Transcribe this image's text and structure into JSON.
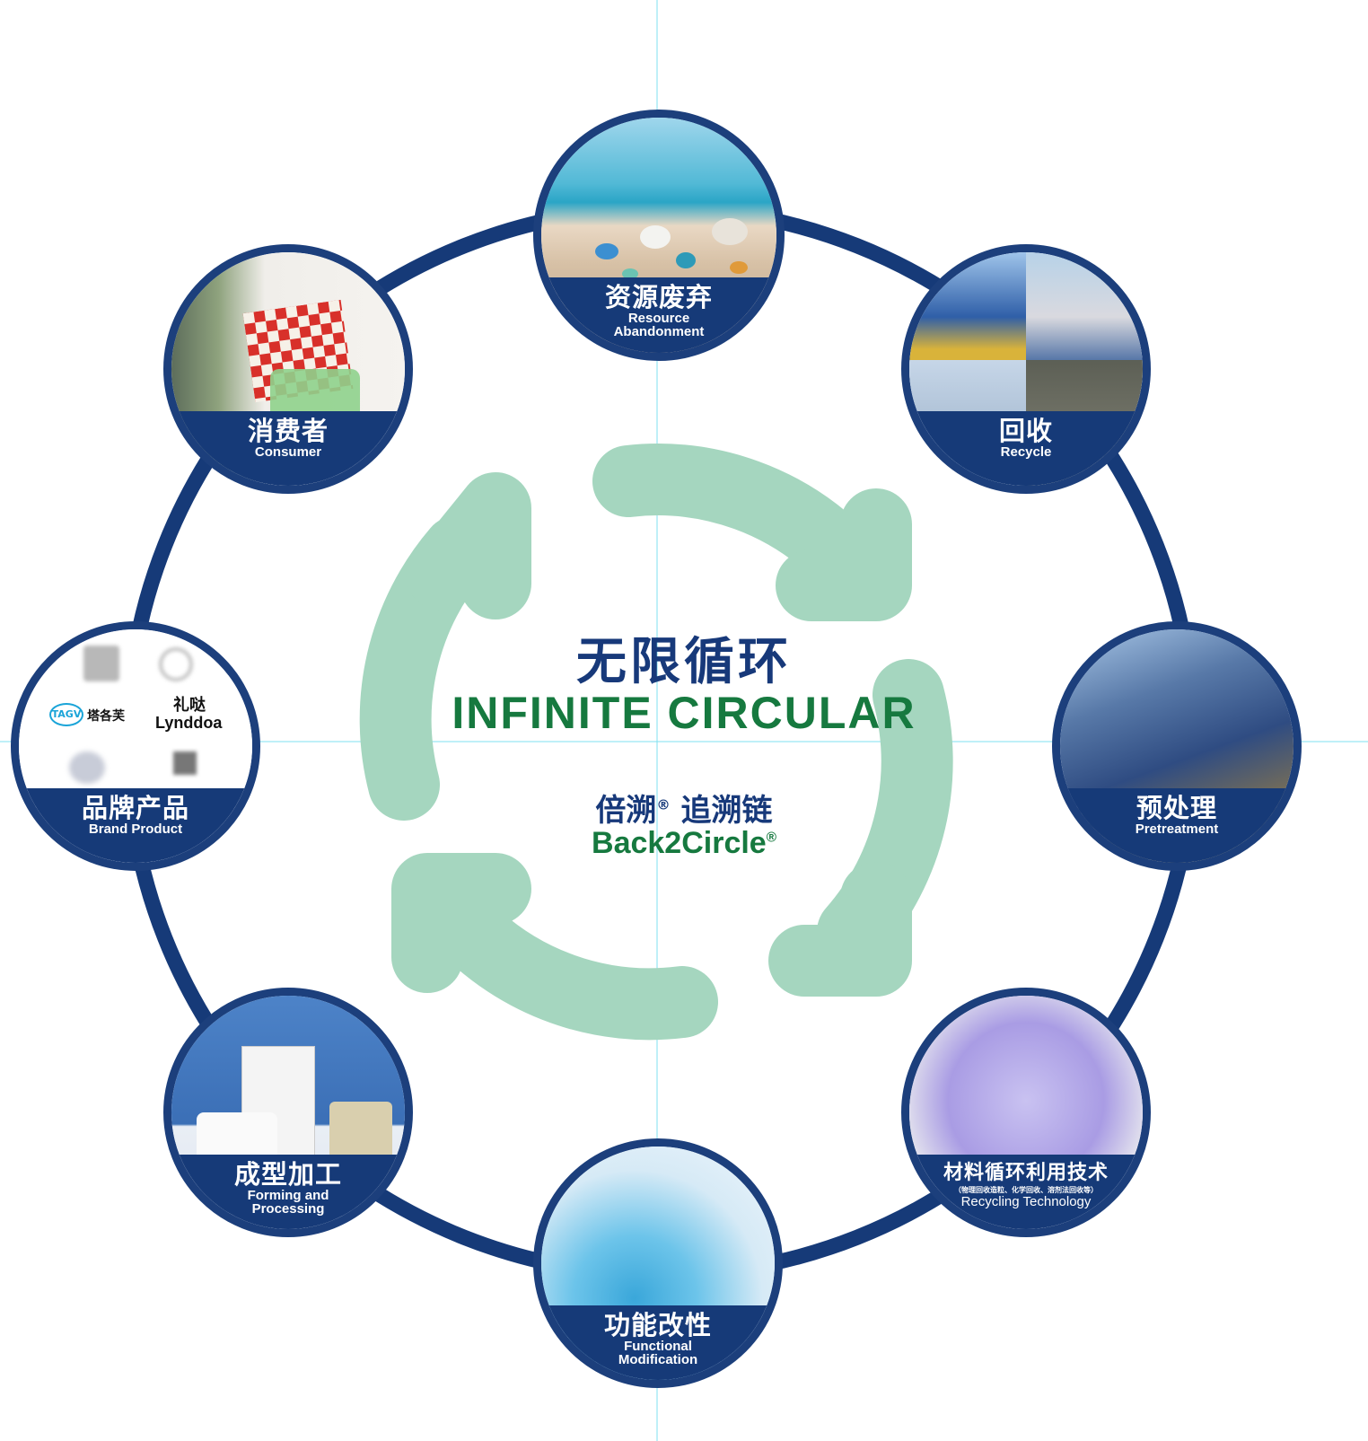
{
  "colors": {
    "ring": "#163a78",
    "arrow": "#a5d6bf",
    "title_blue": "#17397a",
    "title_green": "#16793f",
    "guide": "#7fe0f0"
  },
  "center": {
    "title_cn": "无限循环",
    "title_en": "INFINITE CIRCULAR",
    "brand_cn_a": "倍溯",
    "brand_cn_b": " 追溯链",
    "brand_en": "Back2Circle",
    "reg": "®"
  },
  "nodes": [
    {
      "id": "resource",
      "cn": "资源废弃",
      "en1": "Resource",
      "en2": "Abandonment",
      "icon": "beach-waste-photo"
    },
    {
      "id": "recycle",
      "cn": "回收",
      "en1": "Recycle",
      "icon": "recycling-station-photo"
    },
    {
      "id": "pretreatment",
      "cn": "预处理",
      "en1": "Pretreatment",
      "icon": "processing-plant-photo"
    },
    {
      "id": "technology",
      "cn": "材料循环利用技术",
      "sub": "（物理回收造粒、化学回收、溶剂法回收等）",
      "en1": "Recycling Technology",
      "icon": "purple-pellets-photo"
    },
    {
      "id": "functional",
      "cn": "功能改性",
      "en1": "Functional",
      "en2": "Modification",
      "icon": "blue-pellets-photo"
    },
    {
      "id": "forming",
      "cn": "成型加工",
      "en1": "Forming and",
      "en2": "Processing",
      "icon": "ocean-products-photo"
    },
    {
      "id": "brand",
      "cn": "品牌产品",
      "en1": "Brand Product",
      "icon": "brand-logos"
    },
    {
      "id": "consumer",
      "cn": "消费者",
      "en1": "Consumer",
      "icon": "shopping-bag-photo"
    }
  ],
  "brand_logos": {
    "tagv": "TAGV",
    "tagv_cn": "塔各芙",
    "lynddoa_cn": "礼哒",
    "lynddoa_en": "Lynddoa"
  }
}
